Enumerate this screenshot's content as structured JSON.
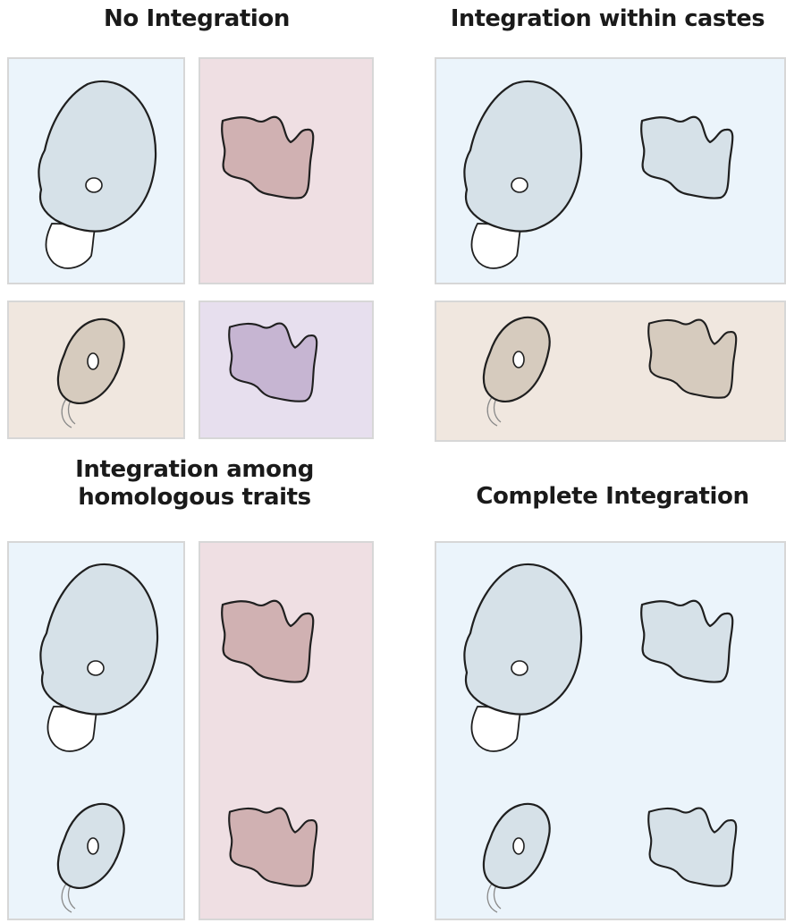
{
  "titles": {
    "no_integration": "No Integration",
    "within_castes": "Integration within castes",
    "homologous": "Integration among homologous traits",
    "complete": "Complete Integration"
  },
  "colors": {
    "blue_bg": "#ebf4fb",
    "pink_bg": "#efdfe3",
    "tan_bg": "#f0e7df",
    "purple_bg": "#e7dfee",
    "blue_fill": "#d6e1e8",
    "pink_fill": "#d0b1b2",
    "tan_fill": "#d6cbbe",
    "purple_fill": "#c6b5d2"
  }
}
